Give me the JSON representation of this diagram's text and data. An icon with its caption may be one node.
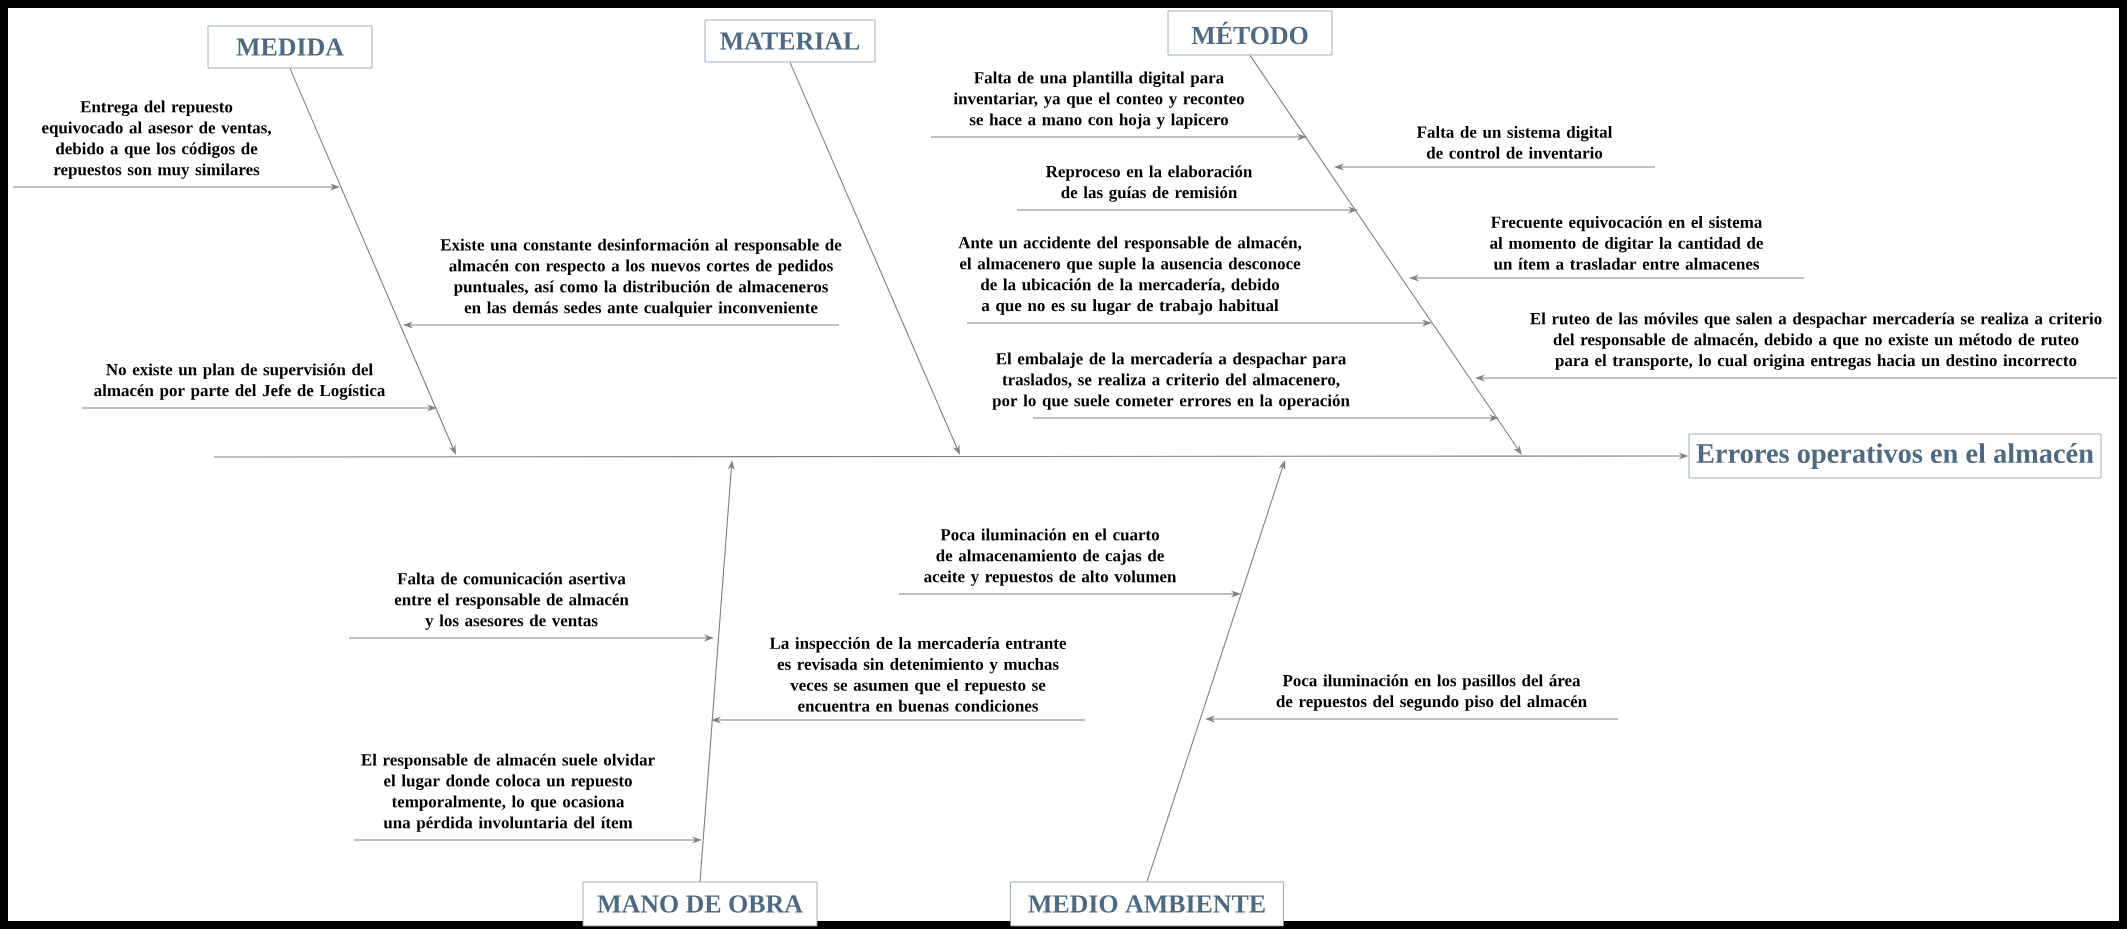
{
  "diagram": {
    "nodes": [
      {
        "text": [
          "MEDIDA"
        ]
      },
      {
        "text": [
          "MATERIAL"
        ]
      },
      {
        "text": [
          "MÉTODO"
        ]
      },
      {
        "text": [
          "Entrega del repuesto equivocado al asesor de ventas, debido a que los códigos de repuestos son muy similares"
        ]
      },
      {
        "text": [
          "Existe una constante desinformación al responsable de almacén con respecto a los nuevos cortes de pedidos puntuales, así como la distribución de almaceneros en las demás sedes ante cualquier inconveniente"
        ]
      },
      {
        "text": [
          "No existe un plan de supervisión del almacén por parte del Jefe de Logística"
        ]
      },
      {
        "text": [
          "Falta de una plantilla digital para inventariar, ya que el conteo y reconteo se hace a mano con hoja y lapicero"
        ]
      },
      {
        "text": [
          "Falta de un sistema digital de control de inventario"
        ]
      },
      {
        "text": [
          "Reproceso en la elaboración de las guías de remisión"
        ]
      },
      {
        "text": [
          "Frecuente equivocación en el sistema al momento de digitar la cantidad de un ítem a trasladar entre almacenes"
        ]
      },
      {
        "text": [
          "Ante un accidente del responsable de almacén, el almacenero que suple la ausencia desconoce de la ubicación de la mercadería, debido a que no es su lugar de trabajo habitual"
        ]
      },
      {
        "text": [
          "El ruteo de las móviles que salen a despachar mercadería se realiza a criterio del responsable de almacén, debido a que no existe un método de ruteo para el transporte, lo cual origina entregas hacia un destino incorrecto"
        ]
      },
      {
        "text": [
          "El embalaje de la mercadería a despachar para traslados, se realiza a criterio del almacenero, por lo que suele cometer errores en la operación"
        ]
      },
      {
        "text": [
          "Errores operativos en el almacén"
        ]
      },
      {
        "text": [
          "MANO DE OBRA"
        ]
      },
      {
        "text": [
          "MEDIO AMBIENTE"
        ]
      },
      {
        "text": [
          "Falta de comunicación asertiva entre el responsable de almacén y los asesores de ventas"
        ]
      },
      {
        "text": [
          "El responsable de almacén suele olvidar el lugar donde coloca un repuesto temporalmente, lo que ocasiona una pérdida involuntaria del ítem"
        ]
      },
      {
        "text": [
          "Poca iluminación en el cuarto de almacenamiento de cajas de aceite y repuestos de alto volumen"
        ]
      },
      {
        "text": [
          "La inspección de la mercadería entrante es revisada sin detenimiento y muchas veces se asumen que el repuesto se encuentra en buenas condiciones"
        ]
      },
      {
        "text": [
          "Poca iluminación en los pasillos del área de repuestos del segundo piso del almacén"
        ]
      }
    ],
    "edges": [
      {
        "from": null,
        "to": 13,
        "arrow": "to"
      },
      {
        "from": 0,
        "to": null,
        "arrow": "to"
      },
      {
        "from": 1,
        "to": null,
        "arrow": "to"
      },
      {
        "from": 2,
        "to": null,
        "arrow": "to"
      },
      {
        "from": 14,
        "to": null,
        "arrow": "to"
      },
      {
        "from": 15,
        "to": null,
        "arrow": "to"
      },
      {
        "from": 3,
        "to": null,
        "arrow": "to"
      },
      {
        "from": 4,
        "to": null,
        "arrow": "to"
      },
      {
        "from": 5,
        "to": null,
        "arrow": "to"
      },
      {
        "from": 6,
        "to": null,
        "arrow": "to"
      },
      {
        "from": 7,
        "to": null,
        "arrow": "to"
      },
      {
        "from": 8,
        "to": null,
        "arrow": "to"
      },
      {
        "from": 9,
        "to": null,
        "arrow": "to"
      },
      {
        "from": 10,
        "to": null,
        "arrow": "to"
      },
      {
        "from": 11,
        "to": null,
        "arrow": "to"
      },
      {
        "from": 12,
        "to": null,
        "arrow": "to"
      },
      {
        "from": 16,
        "to": null,
        "arrow": "to"
      },
      {
        "from": 17,
        "to": null,
        "arrow": "to"
      },
      {
        "from": 18,
        "to": null,
        "arrow": "to"
      },
      {
        "from": 19,
        "to": null,
        "arrow": "to"
      },
      {
        "from": 20,
        "to": null,
        "arrow": "to"
      }
    ]
  }
}
